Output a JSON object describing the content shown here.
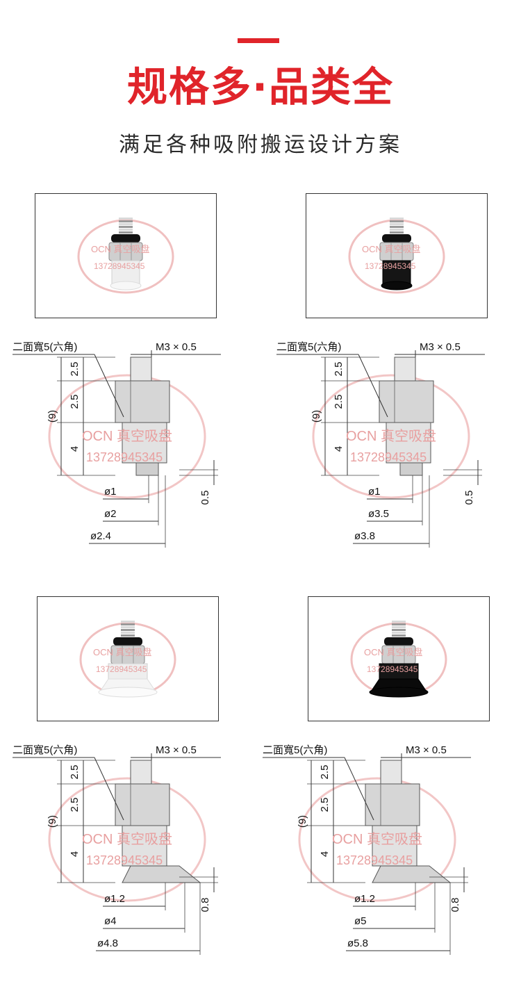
{
  "header": {
    "headline": "规格多·品类全",
    "subheadline": "满足各种吸附搬运设计方案",
    "accent_color": "#e0242a"
  },
  "watermark": {
    "brand": "OCN 真空吸盘",
    "phone": "13728945345"
  },
  "products": [
    {
      "photo": {
        "cup_color": "white",
        "watermark_brand": "OCN 真空吸盘",
        "watermark_phone": "13728945345"
      },
      "drawing": {
        "hex_label": "二面寬5(六角)",
        "thread_label": "M3 × 0.5",
        "dims_vertical": [
          "2.5",
          "2.5",
          "4",
          "(9)"
        ],
        "lip_height": "0.5",
        "diameters": [
          "ø1",
          "ø2",
          "ø2.4"
        ]
      }
    },
    {
      "photo": {
        "cup_color": "black",
        "watermark_brand": "OCN 真空吸盘",
        "watermark_phone": "13728945345"
      },
      "drawing": {
        "hex_label": "二面寬5(六角)",
        "thread_label": "M3 × 0.5",
        "dims_vertical": [
          "2.5",
          "2.5",
          "4",
          "(9)"
        ],
        "lip_height": "0.5",
        "diameters": [
          "ø1",
          "ø3.5",
          "ø3.8"
        ]
      }
    },
    {
      "photo": {
        "cup_color": "white",
        "watermark_brand": "OCN 真空吸盘",
        "watermark_phone": "13728945345"
      },
      "drawing": {
        "hex_label": "二面寬5(六角)",
        "thread_label": "M3 × 0.5",
        "dims_vertical": [
          "2.5",
          "2.5",
          "4",
          "(9)"
        ],
        "lip_height": "0.8",
        "diameters": [
          "ø1.2",
          "ø4",
          "ø4.8"
        ]
      }
    },
    {
      "photo": {
        "cup_color": "black",
        "watermark_brand": "OCN 真空吸盘",
        "watermark_phone": "13728945345"
      },
      "drawing": {
        "hex_label": "二面寬5(六角)",
        "thread_label": "M3 × 0.5",
        "dims_vertical": [
          "2.5",
          "2.5",
          "4",
          "(9)"
        ],
        "lip_height": "0.8",
        "diameters": [
          "ø1.2",
          "ø5",
          "ø5.8"
        ]
      }
    }
  ]
}
